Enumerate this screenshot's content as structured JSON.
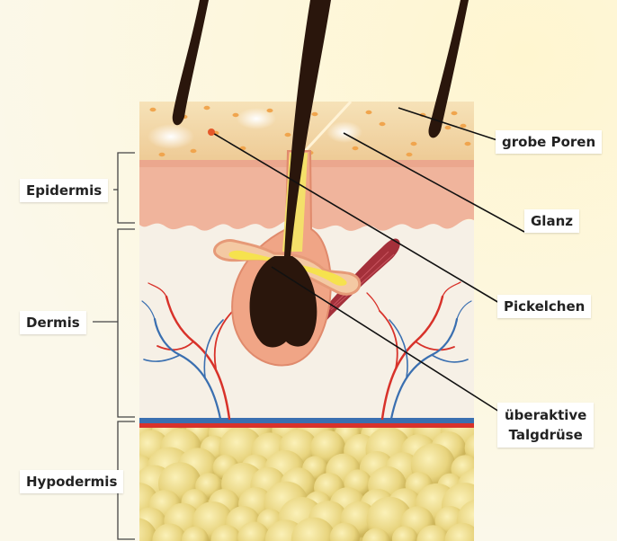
{
  "layer_labels": {
    "epidermis": "Epidermis",
    "dermis": "Dermis",
    "hypodermis": "Hypodermis"
  },
  "callouts": {
    "grobe_poren": "grobe Poren",
    "glanz": "Glanz",
    "pickelchen": "Pickelchen",
    "talgdruese_line1": "überaktive",
    "talgdruese_line2": "Talgdrüse"
  },
  "colors": {
    "surface": "#f3d9a8",
    "epidermis": "#f0b59e",
    "dermis": "#f7f1e8",
    "fat": "#e6d27c",
    "hair": "#2a160c",
    "artery": "#d8322a",
    "vein": "#3a6fb0",
    "muscle": "#a4303a"
  }
}
